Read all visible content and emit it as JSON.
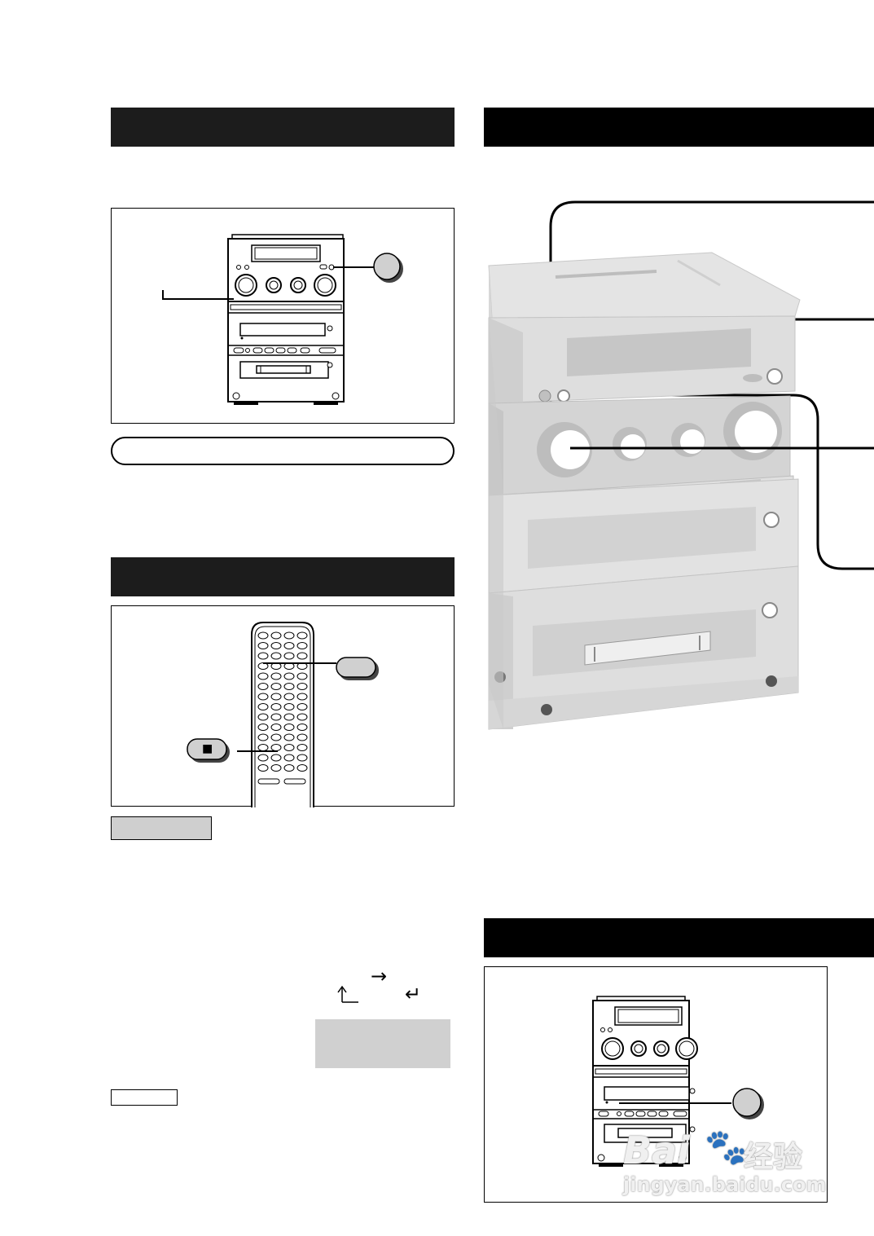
{
  "arrows": {
    "right": "→",
    "up_from_left": "↑",
    "return": "↵"
  },
  "remote_buttons": {
    "stop_symbol": "■"
  },
  "watermark": {
    "brand": "Bai",
    "brand_suffix": "经验",
    "url": "jingyan.baidu.com"
  },
  "colors": {
    "header_bar": "#000000",
    "label_gray": "#cfcfcf",
    "panel_gray": "#d0d0d0",
    "unit_gray": "#dcdcdc"
  }
}
